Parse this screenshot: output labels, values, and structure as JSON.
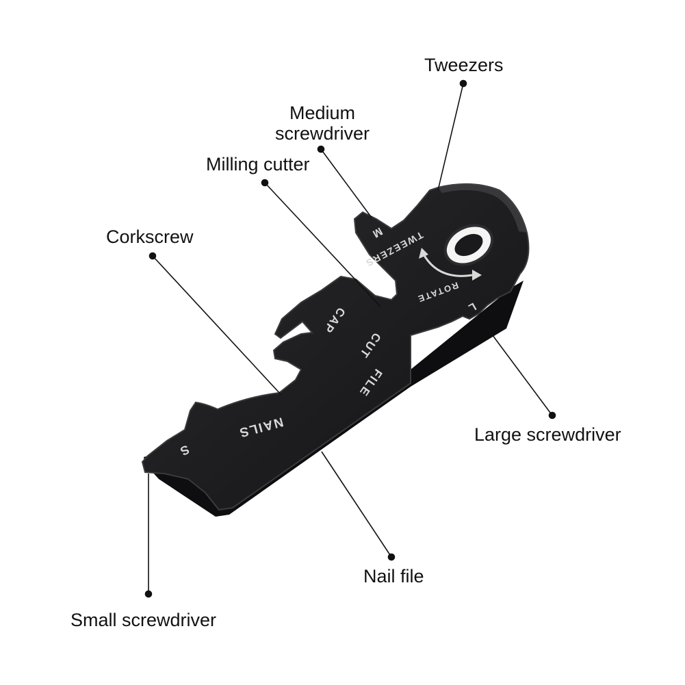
{
  "colors": {
    "background": "#ffffff",
    "tool_body": "#1c1c1e",
    "tool_edge": "#3a3a3c",
    "tool_highlight": "#4a4a4d",
    "engraving": "#d9d9d9",
    "leader_line": "#111111",
    "label_text": "#111111"
  },
  "labels": {
    "tweezers": "Tweezers",
    "medium_screwdriver_line1": "Medium",
    "medium_screwdriver_line2": "screwdriver",
    "milling_cutter": "Milling cutter",
    "corkscrew": "Corkscrew",
    "large_screwdriver": "Large screwdriver",
    "nail_file": "Nail file",
    "small_screwdriver": "Small screwdriver"
  },
  "engravings": {
    "tweezers": "TWEEZERS",
    "rotate": "ROTATE",
    "medium": "M",
    "large": "L",
    "cap": "CAP",
    "cut": "CUT",
    "file": "FILE",
    "nails": "NAILS",
    "small": "S"
  }
}
